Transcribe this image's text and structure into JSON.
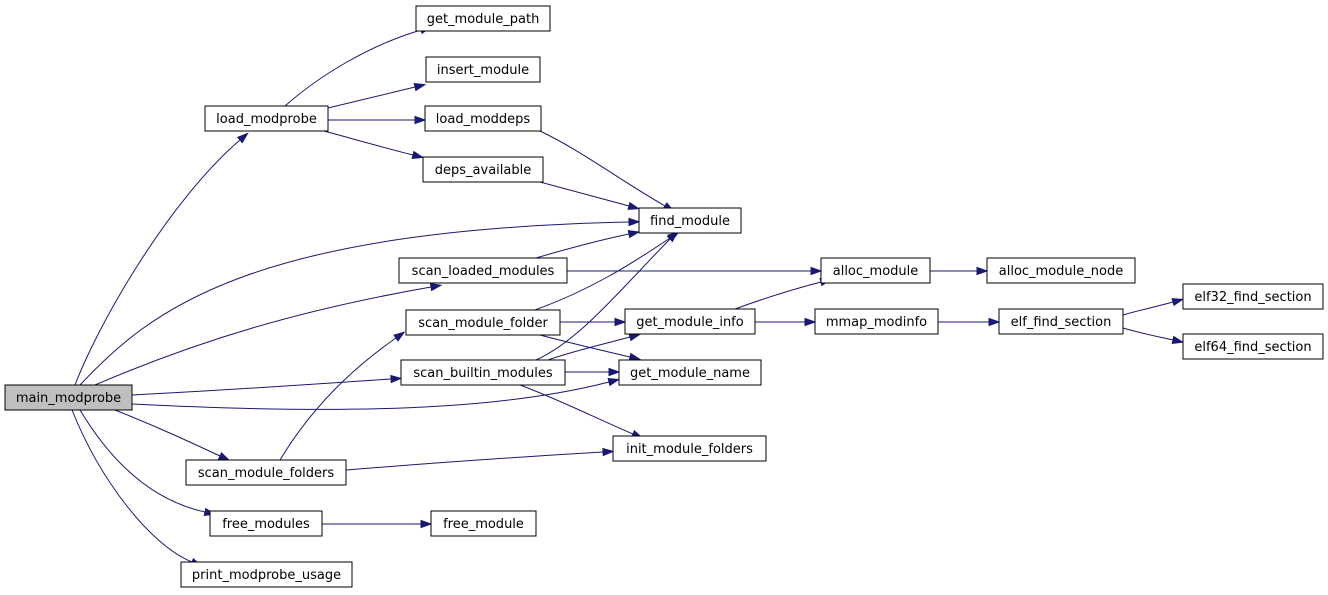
{
  "graph": {
    "colors": {
      "edge": "#191970",
      "node_border": "#000000",
      "node_fill": "#ffffff",
      "root_fill": "#bfbfbf"
    },
    "nodes": [
      {
        "id": "main_modprobe",
        "label": "main_modprobe",
        "root": true
      },
      {
        "id": "load_modprobe",
        "label": "load_modprobe"
      },
      {
        "id": "get_module_path",
        "label": "get_module_path"
      },
      {
        "id": "insert_module",
        "label": "insert_module"
      },
      {
        "id": "load_moddeps",
        "label": "load_moddeps"
      },
      {
        "id": "deps_available",
        "label": "deps_available"
      },
      {
        "id": "find_module",
        "label": "find_module"
      },
      {
        "id": "scan_loaded_modules",
        "label": "scan_loaded_modules"
      },
      {
        "id": "alloc_module",
        "label": "alloc_module"
      },
      {
        "id": "alloc_module_node",
        "label": "alloc_module_node"
      },
      {
        "id": "scan_module_folder",
        "label": "scan_module_folder"
      },
      {
        "id": "get_module_info",
        "label": "get_module_info"
      },
      {
        "id": "mmap_modinfo",
        "label": "mmap_modinfo"
      },
      {
        "id": "elf_find_section",
        "label": "elf_find_section"
      },
      {
        "id": "elf32_find_section",
        "label": "elf32_find_section"
      },
      {
        "id": "elf64_find_section",
        "label": "elf64_find_section"
      },
      {
        "id": "scan_builtin_modules",
        "label": "scan_builtin_modules"
      },
      {
        "id": "get_module_name",
        "label": "get_module_name"
      },
      {
        "id": "init_module_folders",
        "label": "init_module_folders"
      },
      {
        "id": "scan_module_folders",
        "label": "scan_module_folders"
      },
      {
        "id": "free_modules",
        "label": "free_modules"
      },
      {
        "id": "free_module",
        "label": "free_module"
      },
      {
        "id": "print_modprobe_usage",
        "label": "print_modprobe_usage"
      }
    ],
    "edges": [
      {
        "from": "main_modprobe",
        "to": "load_modprobe"
      },
      {
        "from": "main_modprobe",
        "to": "find_module"
      },
      {
        "from": "main_modprobe",
        "to": "scan_loaded_modules"
      },
      {
        "from": "main_modprobe",
        "to": "scan_builtin_modules"
      },
      {
        "from": "main_modprobe",
        "to": "get_module_name"
      },
      {
        "from": "main_modprobe",
        "to": "scan_module_folders"
      },
      {
        "from": "main_modprobe",
        "to": "free_modules"
      },
      {
        "from": "main_modprobe",
        "to": "print_modprobe_usage"
      },
      {
        "from": "load_modprobe",
        "to": "get_module_path"
      },
      {
        "from": "load_modprobe",
        "to": "insert_module"
      },
      {
        "from": "load_modprobe",
        "to": "load_moddeps"
      },
      {
        "from": "load_modprobe",
        "to": "deps_available"
      },
      {
        "from": "load_moddeps",
        "to": "find_module"
      },
      {
        "from": "deps_available",
        "to": "find_module"
      },
      {
        "from": "scan_loaded_modules",
        "to": "find_module"
      },
      {
        "from": "scan_loaded_modules",
        "to": "alloc_module"
      },
      {
        "from": "alloc_module",
        "to": "alloc_module_node"
      },
      {
        "from": "scan_module_folder",
        "to": "find_module"
      },
      {
        "from": "scan_module_folder",
        "to": "get_module_info"
      },
      {
        "from": "scan_module_folder",
        "to": "get_module_name"
      },
      {
        "from": "scan_builtin_modules",
        "to": "find_module"
      },
      {
        "from": "scan_builtin_modules",
        "to": "get_module_info"
      },
      {
        "from": "scan_builtin_modules",
        "to": "get_module_name"
      },
      {
        "from": "scan_builtin_modules",
        "to": "init_module_folders"
      },
      {
        "from": "get_module_info",
        "to": "alloc_module"
      },
      {
        "from": "get_module_info",
        "to": "mmap_modinfo"
      },
      {
        "from": "mmap_modinfo",
        "to": "elf_find_section"
      },
      {
        "from": "elf_find_section",
        "to": "elf32_find_section"
      },
      {
        "from": "elf_find_section",
        "to": "elf64_find_section"
      },
      {
        "from": "scan_module_folders",
        "to": "scan_module_folder"
      },
      {
        "from": "scan_module_folders",
        "to": "init_module_folders"
      },
      {
        "from": "free_modules",
        "to": "free_module"
      }
    ]
  }
}
